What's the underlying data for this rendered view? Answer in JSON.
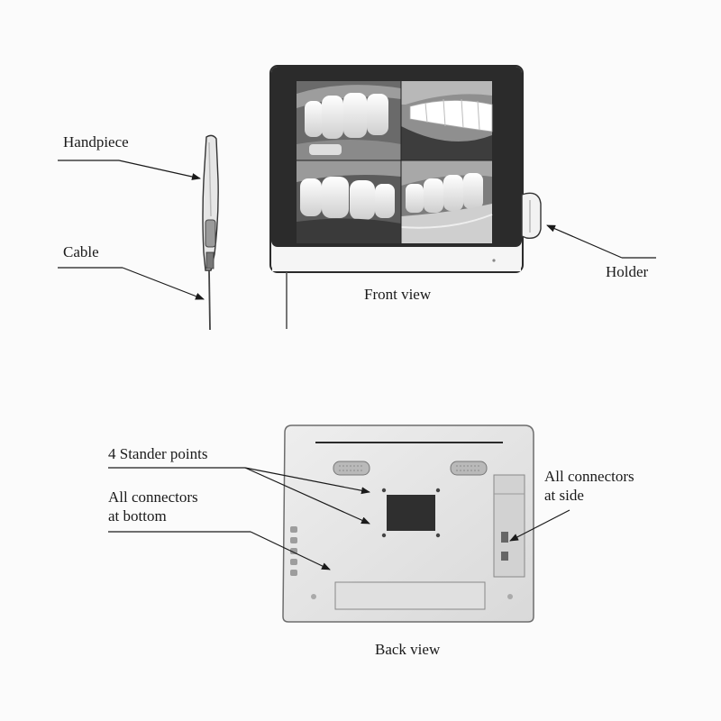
{
  "labels": {
    "handpiece": "Handpiece",
    "cable": "Cable",
    "holder": "Holder",
    "front_view": "Front view",
    "stander_points": "4 Stander points",
    "connectors_bottom_line1": "All connectors",
    "connectors_bottom_line2": "at bottom",
    "connectors_side_line1": "All connectors",
    "connectors_side_line2": "at side",
    "back_view": "Back view"
  },
  "colors": {
    "background": "#fbfbfb",
    "ink": "#1a1a1a",
    "bezel": "#2b2b2b",
    "device_body": "#e9e9e9",
    "screen_panel": "#555555"
  }
}
